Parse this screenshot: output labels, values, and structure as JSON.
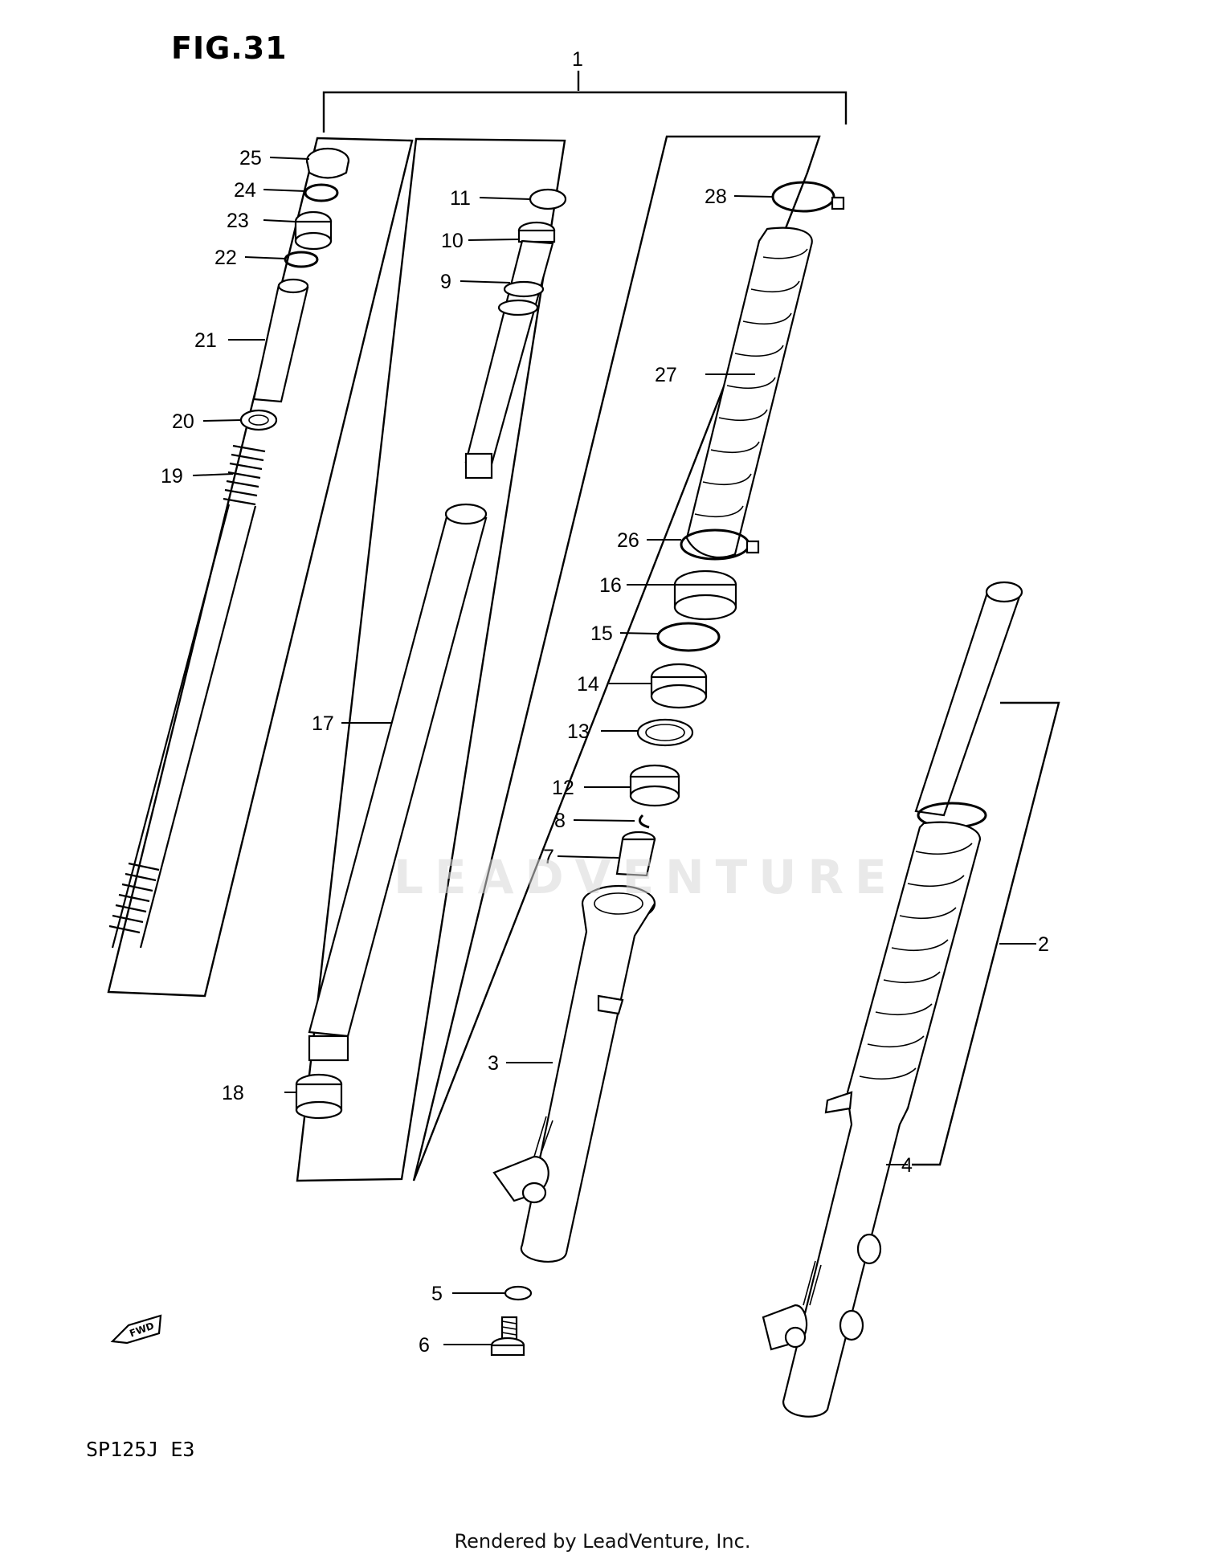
{
  "figure": {
    "title": "FIG.31",
    "model": "SP125J E3",
    "footer": "Rendered by LeadVenture, Inc.",
    "watermark": "LEADVENTURE"
  },
  "callouts": [
    {
      "id": "1",
      "part": "front-fork-assembly"
    },
    {
      "id": "2",
      "part": "fork-assembly"
    },
    {
      "id": "3",
      "part": "outer-tube"
    },
    {
      "id": "4",
      "part": "outer-tube"
    },
    {
      "id": "5",
      "part": "gasket"
    },
    {
      "id": "6",
      "part": "bolt"
    },
    {
      "id": "7",
      "part": "oil-lock-piece"
    },
    {
      "id": "8",
      "part": "ring"
    },
    {
      "id": "9",
      "part": "damper-rod"
    },
    {
      "id": "10",
      "part": "ring"
    },
    {
      "id": "11",
      "part": "ring"
    },
    {
      "id": "12",
      "part": "bushing"
    },
    {
      "id": "13",
      "part": "washer"
    },
    {
      "id": "14",
      "part": "bushing"
    },
    {
      "id": "15",
      "part": "circlip"
    },
    {
      "id": "16",
      "part": "oil-seal"
    },
    {
      "id": "17",
      "part": "inner-tube"
    },
    {
      "id": "18",
      "part": "bushing"
    },
    {
      "id": "19",
      "part": "spring"
    },
    {
      "id": "20",
      "part": "seat"
    },
    {
      "id": "21",
      "part": "spacer"
    },
    {
      "id": "22",
      "part": "o-ring"
    },
    {
      "id": "23",
      "part": "cap-bolt"
    },
    {
      "id": "24",
      "part": "circlip"
    },
    {
      "id": "25",
      "part": "cap"
    },
    {
      "id": "26",
      "part": "clamp"
    },
    {
      "id": "27",
      "part": "boot"
    },
    {
      "id": "28",
      "part": "clamp"
    }
  ]
}
